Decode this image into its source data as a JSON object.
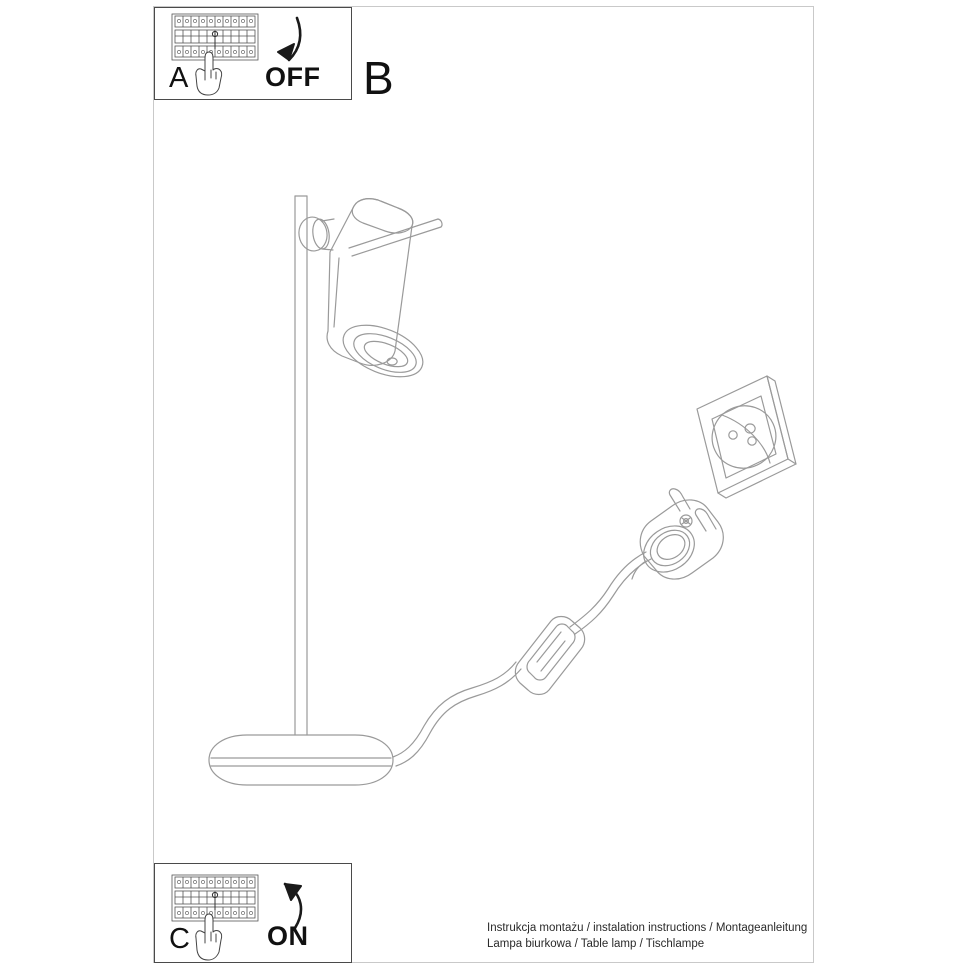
{
  "document": {
    "type": "assembly-instruction-sheet",
    "product": "Table lamp",
    "line_color": "#9a9a9a",
    "text_color": "#111111",
    "frame_color": "#c9c9c9"
  },
  "steps": [
    {
      "id": "a",
      "letter": "A",
      "word": "OFF",
      "icon": "circuit-breaker-panel",
      "arrow": "arrow-down-curved",
      "hand": "pointing-hand"
    },
    {
      "id": "b",
      "letter": "B",
      "word": "",
      "icon": "table-lamp-assembly"
    },
    {
      "id": "c",
      "letter": "C",
      "word": "ON",
      "icon": "circuit-breaker-panel",
      "arrow": "arrow-up-curved",
      "hand": "pointing-hand"
    }
  ],
  "illustration": {
    "parts": [
      "lamp-head",
      "lamp-head-pin",
      "lamp-hinge",
      "lamp-pole",
      "lamp-base",
      "power-cable",
      "inline-switch",
      "power-plug",
      "wall-socket"
    ]
  },
  "footer": {
    "line1": "Instrukcja montażu / instalation instructions / Montageanleitung",
    "line2": "Lampa biurkowa / Table lamp / Tischlampe"
  }
}
